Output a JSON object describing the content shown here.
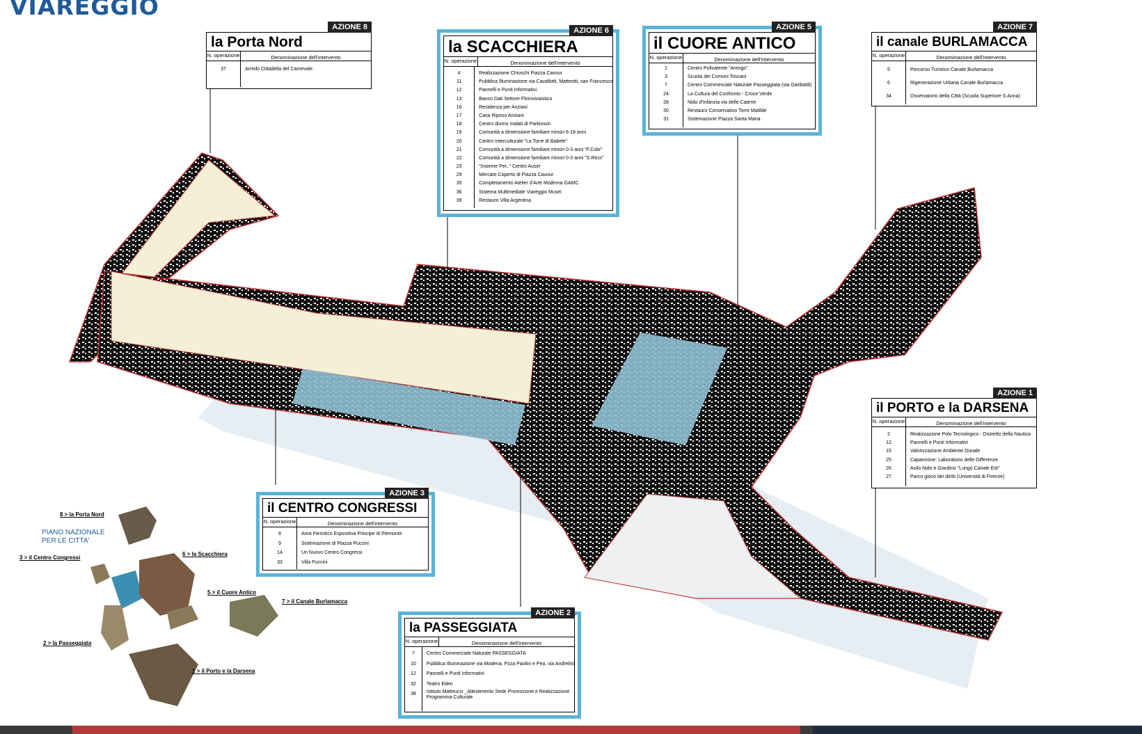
{
  "logo": {
    "text": "VIAREGGIO"
  },
  "legend": {
    "title": "PIANO NAZIONALE PER LE CITTA'",
    "items": [
      "8 > la Porta Nord",
      "6 > la Scacchiera",
      "3 > il Centro Congressi",
      "5 > il Cuore Antico",
      "7 > il Canale Burlamacca",
      "2 > la Passeggiata",
      "1 > il Porto e la Darsena"
    ]
  },
  "table_header": {
    "num": "N. operazione",
    "desc": "Denominazione dell'intervento"
  },
  "panels": [
    {
      "azione": "AZIONE 8",
      "title": "la Porta Nord",
      "rows": [
        {
          "n": "37",
          "d": "Arredo Cittadella del Carnevale"
        }
      ]
    },
    {
      "azione": "AZIONE 6",
      "title": "la SCACCHIERA",
      "rows": [
        {
          "n": "4",
          "d": "Realizzazione Chioschi Piazza Cavour"
        },
        {
          "n": "11",
          "d": "Pubblica Illuminazione via Cavallotti, Matteotti, san Francesco"
        },
        {
          "n": "12",
          "d": "Pannelli e Punti Informativi"
        },
        {
          "n": "13",
          "d": "Banco Dati Settore Florovivaistico"
        },
        {
          "n": "16",
          "d": "Residenza per Anziani"
        },
        {
          "n": "17",
          "d": "Casa Riposo Anziani"
        },
        {
          "n": "18",
          "d": "Centro diurno malati di Parkinson"
        },
        {
          "n": "19",
          "d": "Comunità a dimensione familiare minori 6-18 anni"
        },
        {
          "n": "20",
          "d": "Centro Interculturale \"La Torre di Babele\""
        },
        {
          "n": "21",
          "d": "Comunità a dimensione familiare minori 0-3 anni \"F.Cobi\""
        },
        {
          "n": "22",
          "d": "Comunità a dimensione familiare minori 0-3 anni \"S.Ricci\""
        },
        {
          "n": "23",
          "d": "\"Insieme Per..\"  Centro Auser"
        },
        {
          "n": "29",
          "d": "Mercato Coperto di Piazza Cavour"
        },
        {
          "n": "35",
          "d": "Completamento Atelier d'Arte Moderna GAMC"
        },
        {
          "n": "36",
          "d": "Sistema Multimediale Viareggio Musei"
        },
        {
          "n": "39",
          "d": "Restauro Villa Argentina"
        }
      ]
    },
    {
      "azione": "AZIONE 5",
      "title": "il CUORE ANTICO",
      "rows": [
        {
          "n": "1",
          "d": "Centro Polivalente \"Arengo\""
        },
        {
          "n": "3",
          "d": "Scuola dei Comuni Toscani"
        },
        {
          "n": "7",
          "d": "Centro Commerciale Naturale Passeggiata (via Garibaldi)"
        },
        {
          "n": "24",
          "d": "La Cultura del Confronto - Croce Verde"
        },
        {
          "n": "28",
          "d": "Nido d'Infanzia via delle Catene"
        },
        {
          "n": "30",
          "d": "Restauro Conservativo Torre Matilde"
        },
        {
          "n": "31",
          "d": "Sistemazione Piazza Santa Maria"
        }
      ]
    },
    {
      "azione": "AZIONE 7",
      "title": "il canale BURLAMACCA",
      "rows": [
        {
          "n": "5",
          "d": "Percorso Turistico Canale Burlamacca"
        },
        {
          "n": "6",
          "d": "Rigenerazione Urbana Canale Burlamacca"
        },
        {
          "n": "34",
          "d": "Osservatorio della Città (Scuola Superiore S.Anna)"
        }
      ]
    },
    {
      "azione": "AZIONE 1",
      "title": "il PORTO e la DARSENA",
      "rows": [
        {
          "n": "2",
          "d": "Realizzazione Polo Tecnologico - Distretto della Nautica"
        },
        {
          "n": "12",
          "d": "Pannelli e Punti Informativi"
        },
        {
          "n": "15",
          "d": "Valorizzazione Ambiente Dunale"
        },
        {
          "n": "25",
          "d": "Capannone: Laboratorio delle Differenze"
        },
        {
          "n": "26",
          "d": "Asilo Nido e Giardino \"Lungo Canale Est\""
        },
        {
          "n": "27",
          "d": "Parco gioco dei diritti (Università di Firenze)"
        }
      ]
    },
    {
      "azione": "AZIONE 3",
      "title": "il CENTRO CONGRESSI",
      "rows": [
        {
          "n": "8",
          "d": "Area Fieristico Espositiva Principe di Piemonte"
        },
        {
          "n": "9",
          "d": "Sistemazione di Piazza Puccini"
        },
        {
          "n": "14",
          "d": "Un Nuovo Centro Congressi"
        },
        {
          "n": "33",
          "d": "Villa Puccini"
        }
      ]
    },
    {
      "azione": "AZIONE 2",
      "title": "la PASSEGGIATA",
      "rows": [
        {
          "n": "7",
          "d": "Centro Commerciale Naturale PASSEGGIATA"
        },
        {
          "n": "10",
          "d": "Pubblica Illuminazione via Modena, Pzza Paolini e Pea, via Andrelini"
        },
        {
          "n": "12",
          "d": "Pannelli e Punti Informativi"
        },
        {
          "n": "32",
          "d": "Teatro Eden"
        },
        {
          "n": "38",
          "d": "Istituto Matteucci _Allestimento Sede Promozione e Realizzazione Programma Culturale"
        }
      ]
    }
  ]
}
